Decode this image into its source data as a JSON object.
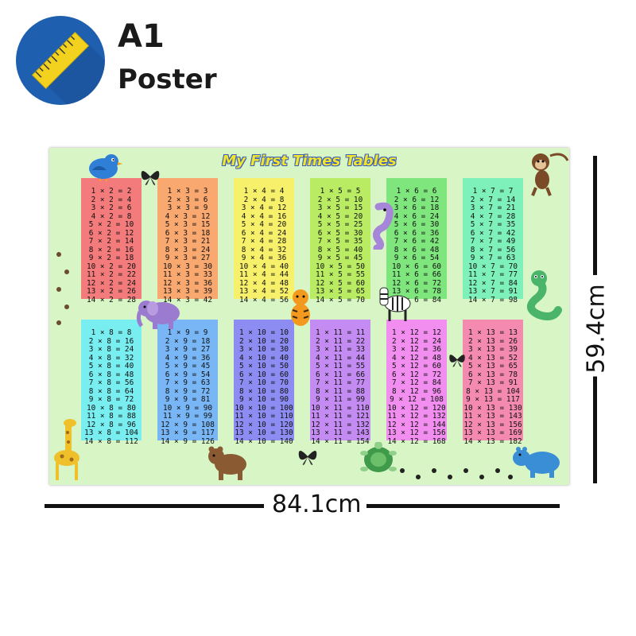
{
  "header": {
    "size_label": "A1",
    "type_label": "Poster",
    "badge_icon": "ruler-icon",
    "badge_color": "#1f5fb0",
    "ruler_color": "#f3d21f"
  },
  "poster": {
    "title": "My First Times Tables",
    "background": "#d7f5c5",
    "tables": [
      {
        "n": 2,
        "color": "#f37b7b",
        "lines": [
          "1 × 2 = 2",
          "2 × 2 = 4",
          "3 × 2 = 6",
          "4 × 2 = 8",
          "5 × 2 = 10",
          "6 × 2 = 12",
          "7 × 2 = 14",
          "8 × 2 = 16",
          "9 × 2 = 18",
          "10 × 2 = 20",
          "11 × 2 = 22",
          "12 × 2 = 24",
          "13 × 2 = 26",
          "14 × 2 = 28"
        ]
      },
      {
        "n": 3,
        "color": "#f9a86f",
        "lines": [
          "1 × 3 = 3",
          "2 × 3 = 6",
          "3 × 3 = 9",
          "4 × 3 = 12",
          "5 × 3 = 15",
          "6 × 3 = 18",
          "7 × 3 = 21",
          "8 × 3 = 24",
          "9 × 3 = 27",
          "10 × 3 = 30",
          "11 × 3 = 33",
          "12 × 3 = 36",
          "13 × 3 = 39",
          "14 × 3 = 42"
        ]
      },
      {
        "n": 4,
        "color": "#f7f06a",
        "lines": [
          "1 × 4 = 4",
          "2 × 4 = 8",
          "3 × 4 = 12",
          "4 × 4 = 16",
          "5 × 4 = 20",
          "6 × 4 = 24",
          "7 × 4 = 28",
          "8 × 4 = 32",
          "9 × 4 = 36",
          "10 × 4 = 40",
          "11 × 4 = 44",
          "12 × 4 = 48",
          "13 × 4 = 52",
          "14 × 4 = 56"
        ]
      },
      {
        "n": 5,
        "color": "#b9ec63",
        "lines": [
          "1 × 5 = 5",
          "2 × 5 = 10",
          "3 × 5 = 15",
          "4 × 5 = 20",
          "5 × 5 = 25",
          "6 × 5 = 30",
          "7 × 5 = 35",
          "8 × 5 = 40",
          "9 × 5 = 45",
          "10 × 5 = 50",
          "11 × 5 = 55",
          "12 × 5 = 60",
          "13 × 5 = 65",
          "14 × 5 = 70"
        ]
      },
      {
        "n": 6,
        "color": "#7fe67e",
        "lines": [
          "1 × 6 = 6",
          "2 × 6 = 12",
          "3 × 6 = 18",
          "4 × 6 = 24",
          "5 × 6 = 30",
          "6 × 6 = 36",
          "7 × 6 = 42",
          "8 × 6 = 48",
          "9 × 6 = 54",
          "10 × 6 = 60",
          "11 × 6 = 66",
          "12 × 6 = 72",
          "13 × 6 = 78",
          "14 × 6 = 84"
        ]
      },
      {
        "n": 7,
        "color": "#7ef0b9",
        "lines": [
          "1 × 7 = 7",
          "2 × 7 = 14",
          "3 × 7 = 21",
          "4 × 7 = 28",
          "5 × 7 = 35",
          "6 × 7 = 42",
          "7 × 7 = 49",
          "8 × 7 = 56",
          "9 × 7 = 63",
          "10 × 7 = 70",
          "11 × 7 = 77",
          "12 × 7 = 84",
          "13 × 7 = 91",
          "14 × 7 = 98"
        ]
      },
      {
        "n": 8,
        "color": "#78eef0",
        "lines": [
          "1 × 8 = 8",
          "2 × 8 = 16",
          "3 × 8 = 24",
          "4 × 8 = 32",
          "5 × 8 = 40",
          "6 × 8 = 48",
          "7 × 8 = 56",
          "8 × 8 = 64",
          "9 × 8 = 72",
          "10 × 8 = 80",
          "11 × 8 = 88",
          "12 × 8 = 96",
          "13 × 8 = 104",
          "14 × 8 = 112"
        ]
      },
      {
        "n": 9,
        "color": "#79b6f5",
        "lines": [
          "1 × 9 = 9",
          "2 × 9 = 18",
          "3 × 9 = 27",
          "4 × 9 = 36",
          "5 × 9 = 45",
          "6 × 9 = 54",
          "7 × 9 = 63",
          "8 × 9 = 72",
          "9 × 9 = 81",
          "10 × 9 = 90",
          "11 × 9 = 99",
          "12 × 9 = 108",
          "13 × 9 = 117",
          "14 × 9 = 126"
        ]
      },
      {
        "n": 10,
        "color": "#8d8cf2",
        "lines": [
          "1 × 10 = 10",
          "2 × 10 = 20",
          "3 × 10 = 30",
          "4 × 10 = 40",
          "5 × 10 = 50",
          "6 × 10 = 60",
          "7 × 10 = 70",
          "8 × 10 = 80",
          "9 × 10 = 90",
          "10 × 10 = 100",
          "11 × 10 = 110",
          "12 × 10 = 120",
          "13 × 10 = 130",
          "14 × 10 = 140"
        ]
      },
      {
        "n": 11,
        "color": "#c48cf2",
        "lines": [
          "1 × 11 = 11",
          "2 × 11 = 22",
          "3 × 11 = 33",
          "4 × 11 = 44",
          "5 × 11 = 55",
          "6 × 11 = 66",
          "7 × 11 = 77",
          "8 × 11 = 88",
          "9 × 11 = 99",
          "10 × 11 = 110",
          "11 × 11 = 121",
          "12 × 11 = 132",
          "13 × 11 = 143",
          "14 × 11 = 154"
        ]
      },
      {
        "n": 12,
        "color": "#f28ef0",
        "lines": [
          "1 × 12 = 12",
          "2 × 12 = 24",
          "3 × 12 = 36",
          "4 × 12 = 48",
          "5 × 12 = 60",
          "6 × 12 = 72",
          "7 × 12 = 84",
          "8 × 12 = 96",
          "9 × 12 = 108",
          "10 × 12 = 120",
          "11 × 12 = 132",
          "12 × 12 = 144",
          "13 × 12 = 156",
          "14 × 12 = 168"
        ]
      },
      {
        "n": 13,
        "color": "#f58ab0",
        "lines": [
          "1 × 13 = 13",
          "2 × 13 = 26",
          "3 × 13 = 39",
          "4 × 13 = 52",
          "5 × 13 = 65",
          "6 × 13 = 78",
          "7 × 13 = 91",
          "8 × 13 = 104",
          "9 × 13 = 117",
          "10 × 13 = 130",
          "11 × 13 = 143",
          "12 × 13 = 156",
          "13 × 13 = 169",
          "14 × 13 = 182"
        ]
      }
    ],
    "animals": [
      "bird-icon",
      "butterfly-icon",
      "monkey-icon",
      "paw-prints-icon",
      "elephant-icon",
      "seahorse-icon",
      "tiger-icon",
      "zebra-icon",
      "snake-icon",
      "giraffe-icon",
      "bear-icon",
      "turtle-icon",
      "hippo-icon"
    ]
  },
  "dimensions": {
    "width_label": "84.1cm",
    "height_label": "59.4cm"
  }
}
